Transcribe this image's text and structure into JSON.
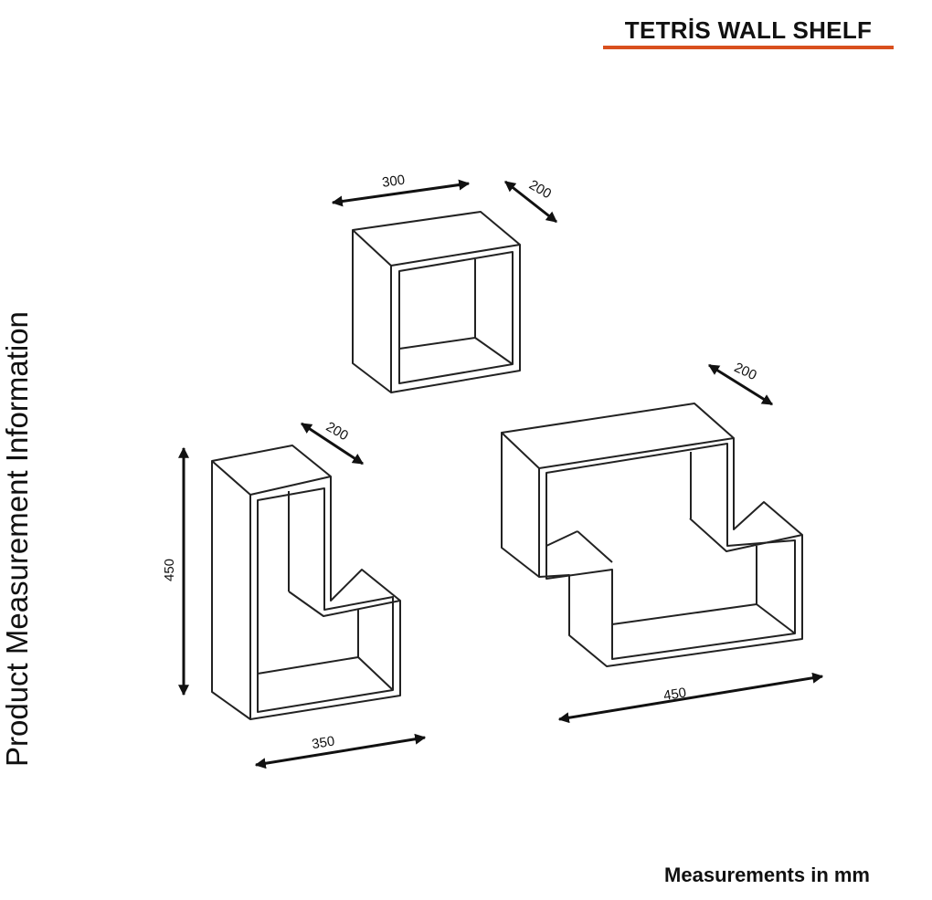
{
  "header": {
    "title": "TETRİS WALL SHELF",
    "rule_color": "#d9501e"
  },
  "side_caption": "Product Measurement Information",
  "footer": "Measurements in mm",
  "dimensions": {
    "cube_width": "300",
    "cube_depth": "200",
    "l_shelf_depth": "200",
    "l_shelf_height": "450",
    "l_shelf_width": "350",
    "z_shelf_depth": "200",
    "z_shelf_width": "450"
  }
}
